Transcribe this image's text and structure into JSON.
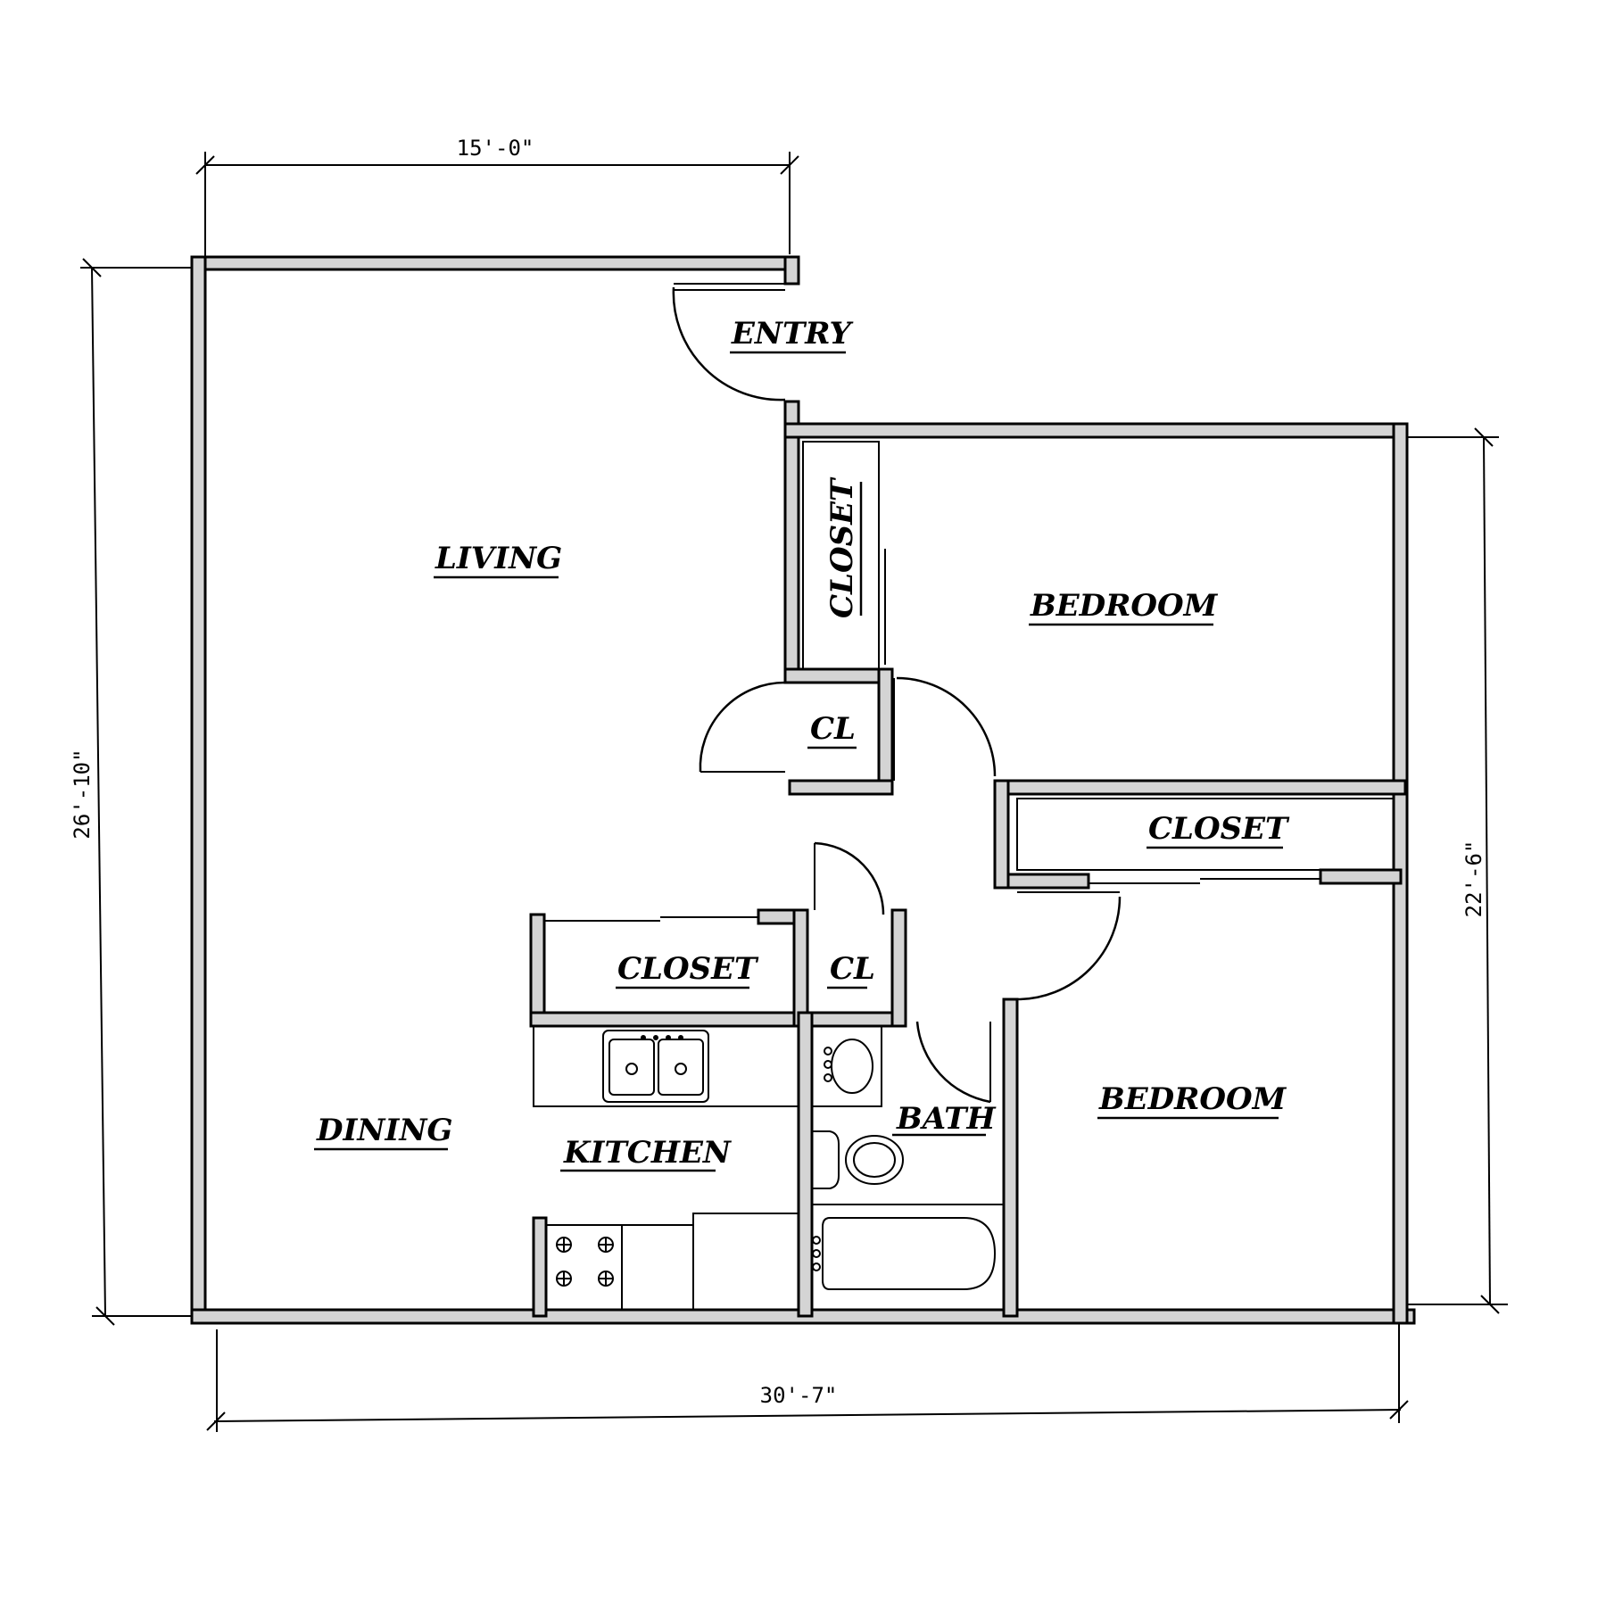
{
  "plan": {
    "rooms": {
      "entry": "ENTRY",
      "living": "LIVING",
      "dining": "DINING",
      "kitchen": "KITCHEN",
      "bath": "BATH",
      "bedroom_1": "BEDROOM",
      "bedroom_2": "BEDROOM",
      "closet_bedroom1": "CLOSET",
      "closet_bedroom2": "CLOSET",
      "closet_kitchen": "CLOSET",
      "cl_hall_upper": "CL",
      "cl_hall_lower": "CL"
    },
    "dimensions": {
      "top_width": "15'-0\"",
      "left_height": "26'-10\"",
      "right_height": "22'-6\"",
      "bottom_width": "30'-7\""
    }
  }
}
